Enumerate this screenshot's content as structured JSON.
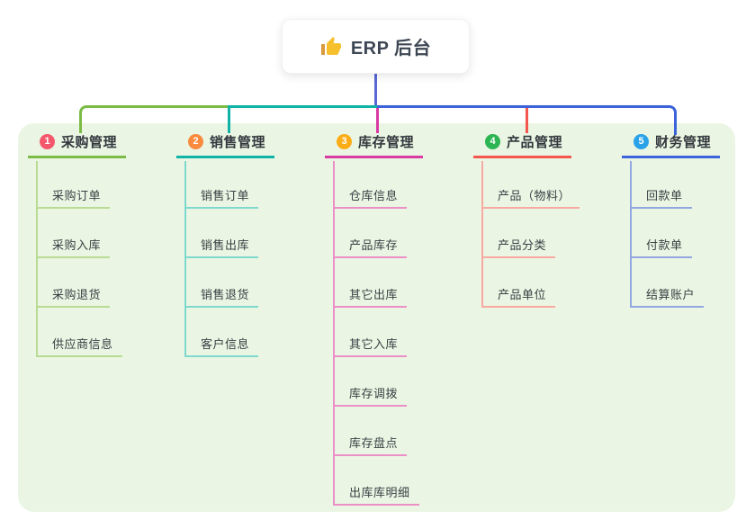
{
  "root": {
    "title": "ERP 后台",
    "icon": "thumbs-up"
  },
  "branches": [
    {
      "badge": "1",
      "label": "采购管理",
      "color": "#7CBB45",
      "light_color": "#B9DB93",
      "badge_color": "#F5586C",
      "children": [
        "采购订单",
        "采购入库",
        "采购退货",
        "供应商信息"
      ]
    },
    {
      "badge": "2",
      "label": "销售管理",
      "color": "#10B3A6",
      "light_color": "#7FD8CE",
      "badge_color": "#FA8A3E",
      "children": [
        "销售订单",
        "销售出库",
        "销售退货",
        "客户信息"
      ]
    },
    {
      "badge": "3",
      "label": "库存管理",
      "color": "#D93BA4",
      "light_color": "#EC8FC7",
      "badge_color": "#FCAD16",
      "children": [
        "仓库信息",
        "产品库存",
        "其它出库",
        "其它入库",
        "库存调拨",
        "库存盘点",
        "出库库明细"
      ]
    },
    {
      "badge": "4",
      "label": "产品管理",
      "color": "#F4574D",
      "light_color": "#F8A9A2",
      "badge_color": "#2EB553",
      "children": [
        "产品（物料）",
        "产品分类",
        "产品单位"
      ]
    },
    {
      "badge": "5",
      "label": "财务管理",
      "color": "#3C63DA",
      "light_color": "#92A7E0",
      "badge_color": "#2AA2E8",
      "children": [
        "回款单",
        "付款单",
        "结算账户"
      ]
    }
  ],
  "colors": {
    "root_connector": "#5868D5",
    "panel_background": "#EAF6E3",
    "root_text": "#3D4653",
    "topic_text": "#32383E",
    "child_text": "#3A4045",
    "thumb_icon": "#F5C02C",
    "thumb_cuff": "#D89A3D"
  }
}
